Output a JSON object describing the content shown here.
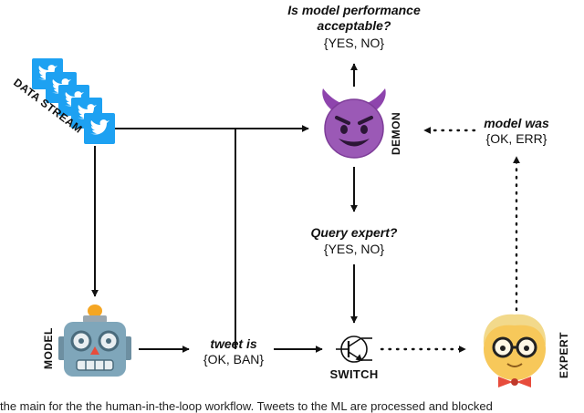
{
  "labels": {
    "demon_question": "Is model  performance acceptable?",
    "demon_question_line1": "Is model  performance",
    "demon_question_line2": "acceptable?",
    "yes_no_top": "{YES, NO}",
    "query_expert": "Query expert?",
    "yes_no_mid": "{YES, NO}",
    "model_was": "model was",
    "ok_err": "{OK, ERR}",
    "tweet_is": "tweet is",
    "ok_ban": "{OK, BAN}",
    "data_stream": "DATA STREAM",
    "demon": "DEMON",
    "model": "MODEL",
    "switch": "SWITCH",
    "expert": "EXPERT"
  },
  "caption": "the main for the the human-in-the-loop workflow. Tweets to the ML are processed and blocked",
  "colors": {
    "twitter_blue": "#1da1f2",
    "demon_purple": "#9b59b6",
    "robot_body": "#7fa6ba",
    "expert_face": "#f7c85a",
    "bow_tie": "#e74c3c"
  },
  "icons": [
    "twitter-icon",
    "demon-emoji-icon",
    "robot-icon",
    "expert-face-icon",
    "switch-transistor-icon"
  ]
}
